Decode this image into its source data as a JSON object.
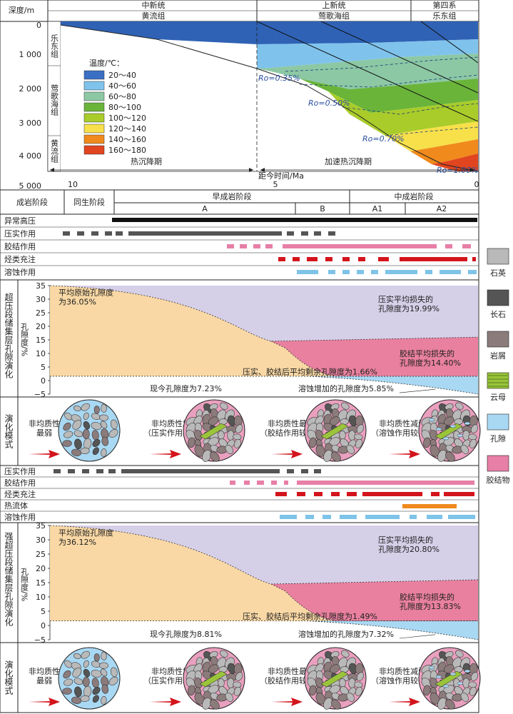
{
  "colors": {
    "dark_blue": "#2f62b5",
    "c20_40": "#3a6fc4",
    "c40_60": "#7fc3ec",
    "c60_80": "#8cc8a4",
    "c80_100": "#6ab43a",
    "c100_120": "#a9cc2a",
    "c120_140": "#f7e04a",
    "c140_160": "#f08a1c",
    "c160_180": "#e0451f",
    "quartz": "#b9b9b9",
    "feldspar": "#555555",
    "lithic": "#8b7b7b",
    "mica": "#9ac43a",
    "pore": "#a9d8f3",
    "cement": "#e77fa7",
    "compaction_loss": "#d6cfe8",
    "cement_loss": "#e9809f",
    "remaining": "#f9d8a5",
    "dissolution": "#a9d8f3",
    "bar_gray": "#555555",
    "bar_pink": "#e77fa7",
    "bar_red": "#d3141c",
    "bar_blue": "#7ec3e8",
    "bar_orange": "#ef8a1c",
    "bar_black": "#111111"
  },
  "burial": {
    "period_mio": "中新统",
    "period_plio": "上新统",
    "period_quat": "第四系",
    "fm_huangliu": "黄流组",
    "fm_yinggehai": "莺歌海组",
    "fm_ledong": "乐东组",
    "depth_axis_title": "深度/m",
    "depth_ticks": [
      "0",
      "1 000",
      "2 000",
      "3 000",
      "4 000",
      "5 000"
    ],
    "strat_ledong": "乐东组",
    "strat_yinggehai": "莺歌海组",
    "strat_huangliu": "黄流组",
    "legend_title": "温度/℃：",
    "legend_items": [
      "20～40",
      "40～60",
      "60～80",
      "80～100",
      "100～120",
      "120～140",
      "140～160",
      "160～180"
    ],
    "ro_035": "Ro=0.35%",
    "ro_050": "Ro=0.50%",
    "ro_070": "Ro=0.70%",
    "ro_100": "Ro=1.00%",
    "phase_thermal": "热沉降期",
    "phase_accel": "加速热沉降期",
    "time_ticks": [
      "10",
      "5",
      "0"
    ],
    "time_label": "距今时间/Ma"
  },
  "stages": {
    "title": "成岩阶段",
    "syn": "同生阶段",
    "early": "早成岩阶段",
    "mid": "中成岩阶段",
    "a": "A",
    "b": "B",
    "a1": "A1",
    "a2": "A2"
  },
  "rows1": {
    "overpressure": "异常高压",
    "compaction": "压实作用",
    "cementation": "胶结作用",
    "hydrocarbon": "烃类充注",
    "dissolution": "溶蚀作用"
  },
  "section1": {
    "side_title": "超压段储集层孔隙演化",
    "ylabel": "孔隙度/%",
    "yticks": [
      "35",
      "30",
      "25",
      "20",
      "15",
      "10",
      "5",
      "0",
      "−5"
    ],
    "initial": "平均原始孔隙度\n为36.05%",
    "comp_loss": "压实平均损失的\n孔隙度为19.99%",
    "cem_loss": "胶结平均损失的\n孔隙度为14.40%",
    "remain": "压实、胶结后平均剩余孔隙度为1.66%",
    "present": "现今孔隙度为7.23%",
    "dissol": "溶蚀增加的孔隙度为5.85%"
  },
  "mode1": {
    "title": "演化模式",
    "steps": [
      "非均质性\n最弱",
      "非均质性增强\n（压实作用较弱）",
      "非均质性最强\n（胶结作用较强）",
      "非均质性减弱\n（溶蚀作用较强）"
    ]
  },
  "rows2": {
    "compaction": "压实作用",
    "cementation": "胶结作用",
    "hydrocarbon": "烃类充注",
    "hydrothermal": "热流体",
    "dissolution": "溶蚀作用"
  },
  "section2": {
    "side_title": "强超压段储集层孔隙演化",
    "ylabel": "孔隙度/%",
    "yticks": [
      "35",
      "30",
      "25",
      "20",
      "15",
      "10",
      "5",
      "0",
      "−5"
    ],
    "initial": "平均原始孔隙度\n为36.12%",
    "comp_loss": "压实平均损失的\n孔隙度为20.80%",
    "cem_loss": "胶结平均损失的\n孔隙度为13.83%",
    "remain": "压实、胶结后平均剩余孔隙度为1.49%",
    "present": "现今孔隙度为8.81%",
    "dissol": "溶蚀增加的孔隙度为7.32%"
  },
  "mode2": {
    "title": "演化模式",
    "steps": [
      "非均质性\n最弱",
      "非均质性增强\n（压实作用较弱）",
      "非均质性最强\n（胶结作用较强）",
      "非均质性减弱\n（溶蚀作用较强）"
    ]
  },
  "legend": {
    "items": [
      {
        "name": "石英",
        "color": "#b9b9b9",
        "icon": "quartz-swatch"
      },
      {
        "name": "长石",
        "color": "#555555",
        "icon": "feldspar-swatch"
      },
      {
        "name": "岩屑",
        "color": "#8b7b7b",
        "icon": "lithic-swatch"
      },
      {
        "name": "云母",
        "color": "#9ac43a",
        "icon": "mica-swatch"
      },
      {
        "name": "孔隙",
        "color": "#a9d8f3",
        "icon": "pore-swatch"
      },
      {
        "name": "胶结物",
        "color": "#e77fa7",
        "icon": "cement-swatch"
      }
    ]
  }
}
